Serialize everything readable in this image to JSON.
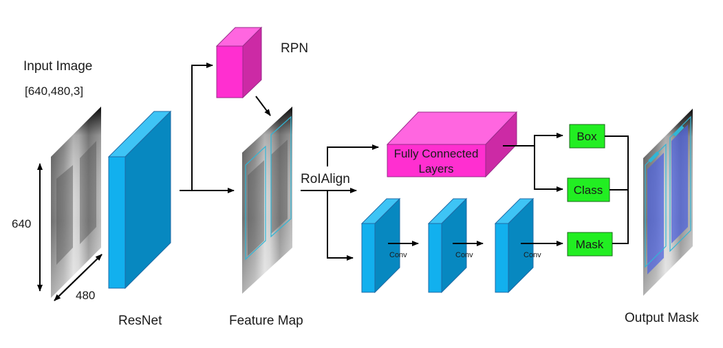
{
  "colors": {
    "cyan_front": "#12b0ee",
    "cyan_side": "#0788c0",
    "cyan_top": "#3ec4f5",
    "magenta_front": "#ff2fd0",
    "magenta_side": "#cc2aa5",
    "magenta_top": "#ff66e0",
    "green_box": "#22ee22",
    "mask_blue": "#4a5fe0",
    "roi_outline": "#2fb6d6"
  },
  "labels": {
    "input_title": "Input Image",
    "input_shape": "[640,480,3]",
    "dim_height": "640",
    "dim_width": "480",
    "resnet": "ResNet",
    "rpn": "RPN",
    "feature_map": "Feature Map",
    "roialign": "RoIAlign",
    "fc_line1": "Fully Connected",
    "fc_line2": "Layers",
    "conv": [
      "Conv",
      "Conv",
      "Conv"
    ],
    "box": "Box",
    "class": "Class",
    "mask": "Mask",
    "output_mask": "Output Mask"
  }
}
